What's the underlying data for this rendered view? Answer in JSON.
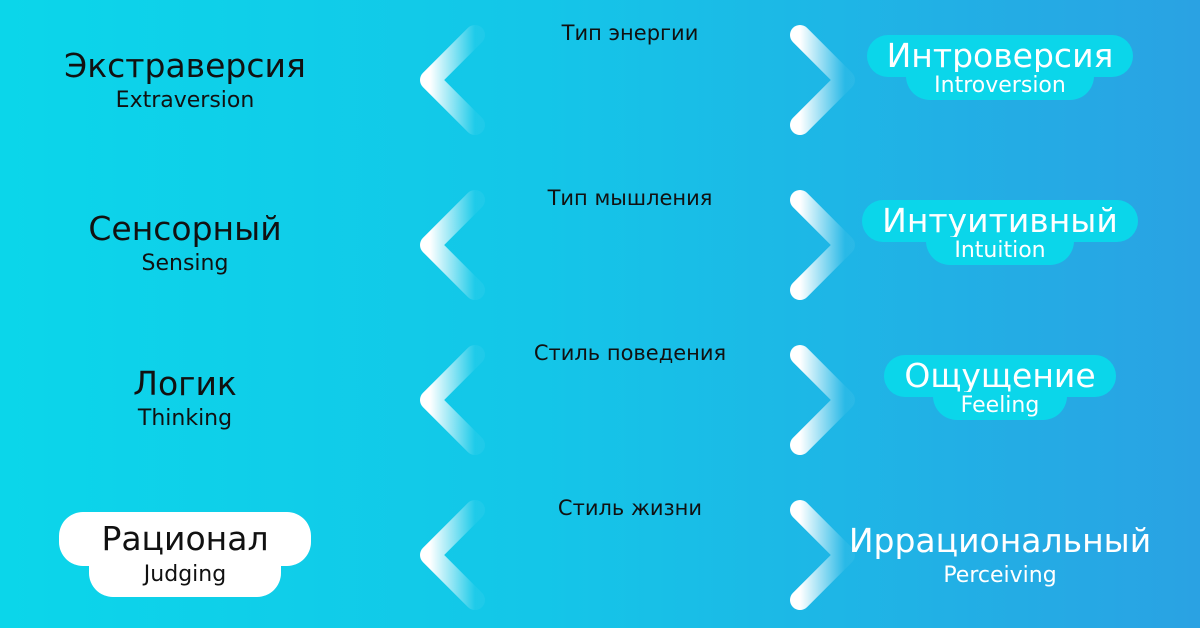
{
  "rows": [
    {
      "left_main": "Экстраверсия",
      "left_sub": "Extraversion",
      "axis": "Тип энергии",
      "right_main": "Интроверсия",
      "right_sub": "Introversion",
      "highlight": "right"
    },
    {
      "left_main": "Сенсорный",
      "left_sub": "Sensing",
      "axis": "Тип мышления",
      "right_main": "Интуитивный",
      "right_sub": "Intuition",
      "highlight": "right"
    },
    {
      "left_main": "Логик",
      "left_sub": "Thinking",
      "axis": "Стиль поведения",
      "right_main": "Ощущение",
      "right_sub": "Feeling",
      "highlight": "right"
    },
    {
      "left_main": "Рационал",
      "left_sub": "Judging",
      "axis": "Стиль жизни",
      "right_main": "Иррациональный",
      "right_sub": "Perceiving",
      "highlight": "left"
    }
  ],
  "colors": {
    "bg_left": "#0bd6ea",
    "bg_right": "#2aa2e3",
    "pill_cyan": "#0bd6ea",
    "pill_white": "#ffffff"
  }
}
